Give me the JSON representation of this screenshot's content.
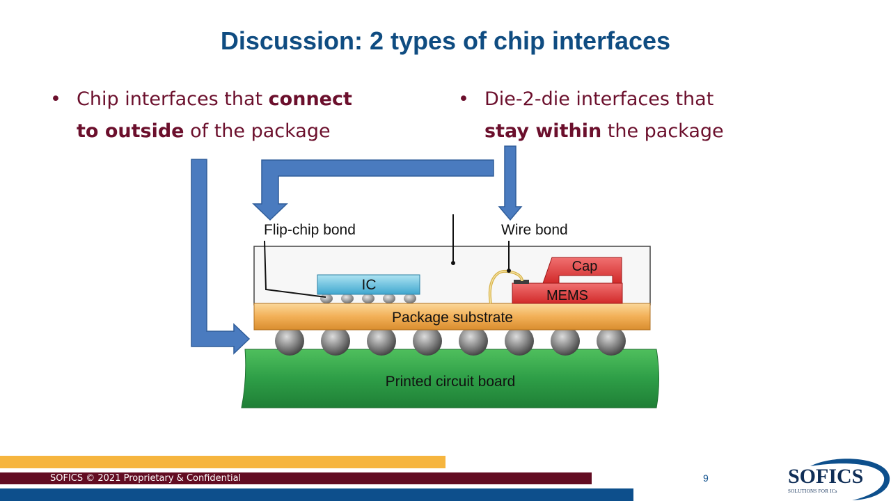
{
  "slide": {
    "title": "Discussion: 2 types of chip interfaces"
  },
  "bullets": {
    "left": {
      "marker": "•",
      "part1": "Chip interfaces that ",
      "bold1": "connect",
      "bold2": "to outside",
      "part2": " of the package"
    },
    "right": {
      "marker": "•",
      "part1": "Die-2-die interfaces that",
      "bold1": "stay within",
      "part2": " the package"
    }
  },
  "diagram": {
    "labels": {
      "flip_chip": "Flip-chip bond",
      "wire_bond": "Wire bond",
      "ic": "IC",
      "cap": "Cap",
      "mems": "MEMS",
      "substrate": "Package substrate",
      "pcb": "Printed circuit board"
    },
    "colors": {
      "arrow": "#4a7bbf",
      "arrow_stroke": "#2f5d9a",
      "substrate": "#f4b860",
      "pcb": "#2e9e47",
      "ic": "#6cc2e0",
      "mems": "#e8393a"
    }
  },
  "footer": {
    "copyright": "SOFICS © 2021 Proprietary & Confidential",
    "page_number": "9",
    "logo_text": "SOFICS",
    "logo_tagline": "SOLUTIONS FOR ICs",
    "colors": {
      "yellow": "#f6b53e",
      "maroon": "#620c22",
      "blue": "#0d4f8c"
    }
  }
}
